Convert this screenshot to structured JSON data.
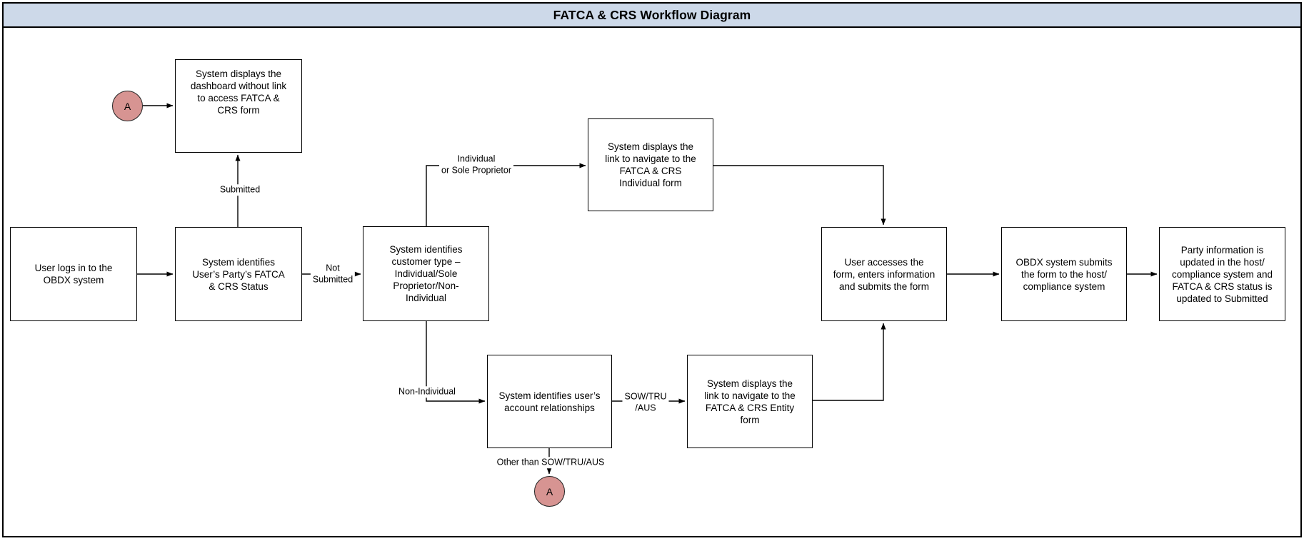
{
  "title": "FATCA & CRS Workflow Diagram",
  "colors": {
    "title_bar_bg": "#cdd9e9",
    "node_border": "#000000",
    "connector_circle_fill": "#d79492",
    "connector_line": "#000000"
  },
  "nodes": {
    "login": "User logs in to the\nOBDX system",
    "status": "System identifies\nUser’s Party’s FATCA\n& CRS Status",
    "dashboard": "System displays the\ndashboard without link\nto access FATCA &\nCRS form",
    "customer_type": "System identifies\ncustomer type –\nIndividual/Sole\nProprietor/Non-\nIndividual",
    "individual_link": "System displays the\nlink to navigate to the\nFATCA & CRS\nIndividual form",
    "account_rel": "System identifies user’s\naccount relationships",
    "entity_link": "System displays the\nlink to navigate to the\nFATCA & CRS Entity\nform",
    "user_accesses": "User accesses the\nform, enters information\nand submits the form",
    "obdx_submits": "OBDX system submits\nthe form to the host/\ncompliance system",
    "party_info": "Party information is\nupdated in the host/\ncompliance system and\nFATCA & CRS status is\nupdated to Submitted"
  },
  "connector_circles": {
    "top": "A",
    "bottom": "A"
  },
  "edge_labels": {
    "submitted": "Submitted",
    "not_submitted": "Not\nSubmitted",
    "individual": "Individual\nor Sole Proprietor",
    "non_individual": "Non-Individual",
    "sow_tru_aus": "SOW/TRU\n/AUS",
    "other_than": "Other than SOW/TRU/AUS"
  }
}
